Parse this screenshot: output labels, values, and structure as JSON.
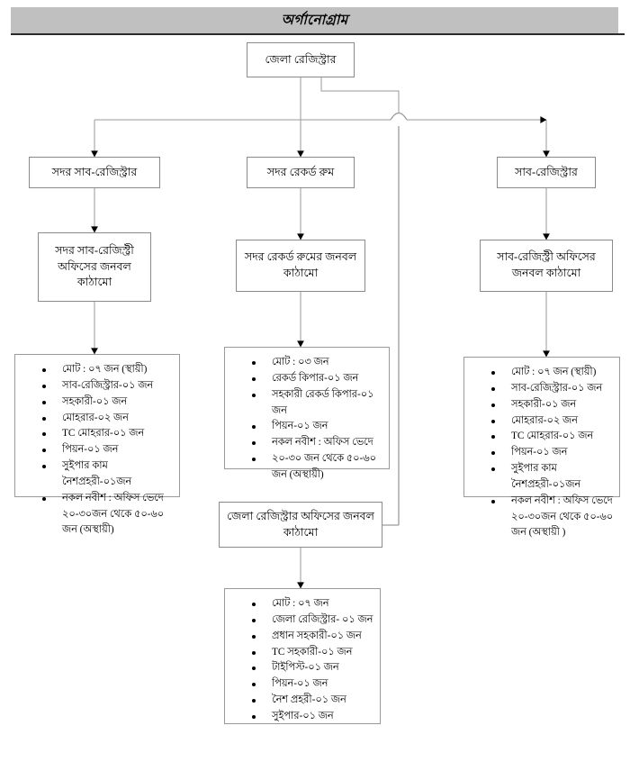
{
  "header": {
    "title": "অর্গানোগ্রাম"
  },
  "nodes": {
    "district_registrar": "জেলা রেজিস্ট্রার",
    "sadar_sub_registrar": "সদর সাব-রেজিস্ট্রার",
    "sadar_record_room": "সদর রেকর্ড রুম",
    "sub_registrar": "সাব-রেজিস্ট্রার",
    "sadar_sub_registry_staff": "সদর সাব-রেজিস্ট্রী অফিসের জনবল কাঠামো",
    "sadar_record_room_staff": "সদর রেকর্ড রুমের জনবল কাঠামো",
    "sub_registry_staff": "সাব-রেজিস্ট্রী অফিসের জনবল কাঠামো",
    "district_registrar_office_staff": "জেলা রেজিস্ট্রার অফিসের জনবল কাঠামো"
  },
  "lists": {
    "sadar_sub_registry": [
      "মোট : ০৭ জন (স্থায়ী)",
      "সাব-রেজিস্ট্রার-০১ জন",
      "সহকারী-০১ জন",
      "মোহরার-০২ জন",
      "TC মোহরার-০১ জন",
      "পিয়ন-০১ জন",
      "সুইপার কাম নৈশপ্রহরী-০১জন",
      "নকল নবীশ : অফিস ভেদে  ২০-৩০জন থেকে ৫০-৬০ জন (অস্থায়ী)"
    ],
    "sadar_record_room": [
      "মোট : ০৩ জন",
      "রেকর্ড কিপার-০১ জন",
      "সহকারী রেকর্ড কিপার-০১ জন",
      "পিয়ন-০১ জন",
      "নকল নবীশ : অফিস ভেদে",
      "২০-৩০ জন থেকে ৫০-৬০ জন (অস্থায়ী)"
    ],
    "sub_registry": [
      "মোট : ০৭ জন (স্থায়ী)",
      "সাব-রেজিস্ট্রার-০১ জন",
      "সহকারী-০১ জন",
      "মোহরার-০২ জন",
      "TC মোহরার-০১ জন",
      "পিয়ন-০১ জন",
      "সুইপার কাম নৈশপ্রহরী-০১জন",
      "নকল নবীশ : অফিস ভেদে  ২০-৩০জন থেকে ৫০-৬০ জন  (অস্থায়ী )"
    ],
    "district_registrar_office": [
      "মোট : ০৭ জন",
      "জেলা রেজিস্ট্রার- ০১ জন",
      "প্রধান সহকারী-০১ জন",
      "TC সহকারী-০১ জন",
      "টাইপিস্ট-০১ জন",
      "পিয়ন-০১ জন",
      "নৈশ প্রহরী-০১ জন",
      "সুইপার-০১ জন"
    ]
  },
  "colors": {
    "header_band": "#c0c0c0",
    "header_rule": "#2b2b2b",
    "box_border": "#8a8a8a",
    "connector": "#9a9a9a",
    "arrow": "#000000"
  }
}
